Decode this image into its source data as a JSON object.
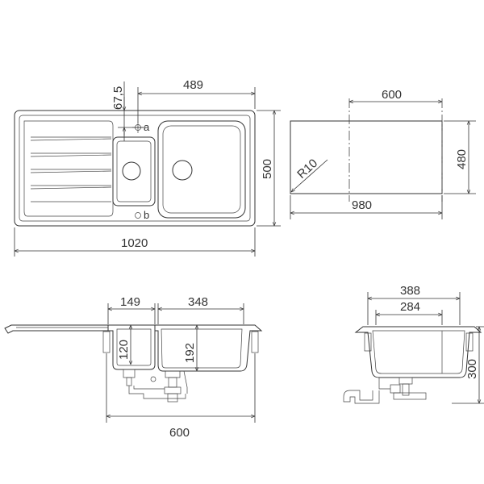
{
  "top_view": {
    "dim_67_5": "67,5",
    "dim_489": "489",
    "dim_500": "500",
    "dim_1020": "1020",
    "label_a": "a",
    "label_b": "b"
  },
  "cutout_view": {
    "dim_600": "600",
    "dim_480": "480",
    "dim_980": "980",
    "radius": "R10"
  },
  "front_section": {
    "dim_149": "149",
    "dim_348": "348",
    "dim_120": "120",
    "dim_192": "192",
    "dim_600": "600"
  },
  "side_section": {
    "dim_388": "388",
    "dim_284": "284",
    "dim_300": "300"
  },
  "colors": {
    "line": "#333333",
    "background": "#ffffff"
  }
}
